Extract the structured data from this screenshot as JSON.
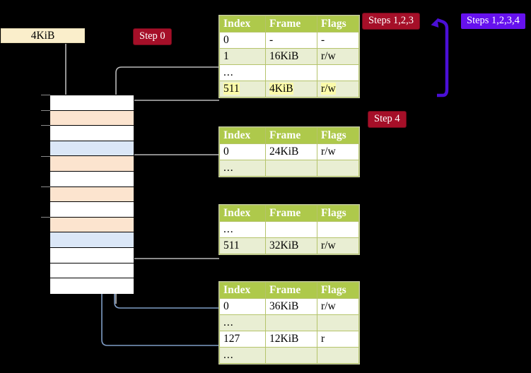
{
  "diagram": {
    "title": "page-table-walk-diagram",
    "background": "#000000",
    "colors": {
      "table_header": "#aec94b",
      "table_alt_row": "#e9eed3",
      "highlight": "#fbfbaa",
      "badge_crimson": "#a50f28",
      "badge_violet": "#6611ee",
      "mem_orange": "#fce4cf",
      "mem_blue": "#dbe7f7",
      "frame_box": "#faeecb",
      "wire_gray": "#b9b9b9",
      "wire_blue": "#7f9dc6"
    }
  },
  "frame_box": {
    "label": "4KiB"
  },
  "badges": {
    "step0": "Step 0",
    "steps123": "Steps 1,2,3",
    "steps1234": "Steps 1,2,3,4",
    "step4": "Step 4"
  },
  "tables": [
    {
      "name": "level-1-table",
      "columns": [
        "Index",
        "Frame",
        "Flags"
      ],
      "rows": [
        {
          "style": "plain",
          "cells": [
            "0",
            "-",
            "-"
          ]
        },
        {
          "style": "alt",
          "cells": [
            "1",
            "16KiB",
            "r/w"
          ]
        },
        {
          "style": "plain",
          "cells": [
            "...",
            "",
            ""
          ]
        },
        {
          "style": "hl",
          "cells": [
            "511",
            "4KiB",
            "r/w"
          ]
        }
      ]
    },
    {
      "name": "level-2-table",
      "columns": [
        "Index",
        "Frame",
        "Flags"
      ],
      "rows": [
        {
          "style": "plain",
          "cells": [
            "0",
            "24KiB",
            "r/w"
          ]
        },
        {
          "style": "alt",
          "cells": [
            "...",
            "",
            ""
          ]
        }
      ]
    },
    {
      "name": "level-3-table",
      "columns": [
        "Index",
        "Frame",
        "Flags"
      ],
      "rows": [
        {
          "style": "plain",
          "cells": [
            "...",
            "",
            ""
          ]
        },
        {
          "style": "alt",
          "cells": [
            "511",
            "32KiB",
            "r/w"
          ]
        }
      ]
    },
    {
      "name": "level-4-table",
      "columns": [
        "Index",
        "Frame",
        "Flags"
      ],
      "rows": [
        {
          "style": "plain",
          "cells": [
            "0",
            "36KiB",
            "r/w"
          ]
        },
        {
          "style": "alt",
          "cells": [
            "...",
            "",
            ""
          ]
        },
        {
          "style": "plain",
          "cells": [
            "127",
            "12KiB",
            "r"
          ]
        },
        {
          "style": "alt",
          "cells": [
            "...",
            "",
            ""
          ]
        }
      ]
    }
  ],
  "memory_column": {
    "name": "physical-memory-column",
    "rows": [
      {
        "fill": "white"
      },
      {
        "fill": "orange"
      },
      {
        "fill": "white"
      },
      {
        "fill": "blue"
      },
      {
        "fill": "orange"
      },
      {
        "fill": "white"
      },
      {
        "fill": "orange"
      },
      {
        "fill": "white"
      },
      {
        "fill": "orange"
      },
      {
        "fill": "blue"
      },
      {
        "fill": "white"
      },
      {
        "fill": "white"
      },
      {
        "fill": "white"
      }
    ],
    "tick_rows": [
      0,
      1,
      2,
      4,
      6,
      8
    ]
  }
}
